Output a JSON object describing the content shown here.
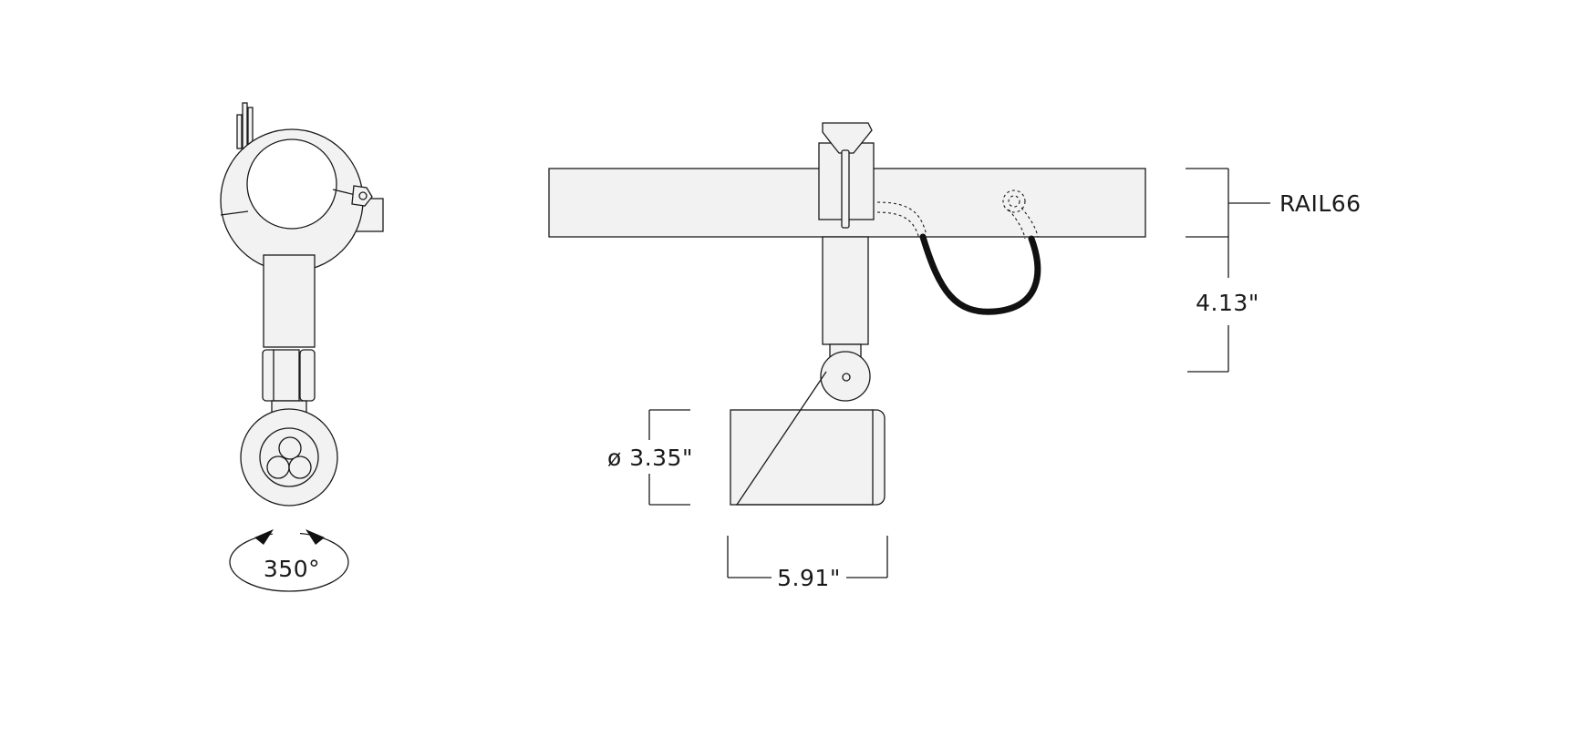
{
  "labels": {
    "rail": "RAIL66",
    "drop_height": "4.13\"",
    "diameter": "ø 3.35\"",
    "length": "5.91\"",
    "rotation": "350°"
  },
  "colors": {
    "line": "#1a1a1a",
    "fill": "#f2f2f2",
    "cable": "#111111",
    "background": "#ffffff"
  }
}
